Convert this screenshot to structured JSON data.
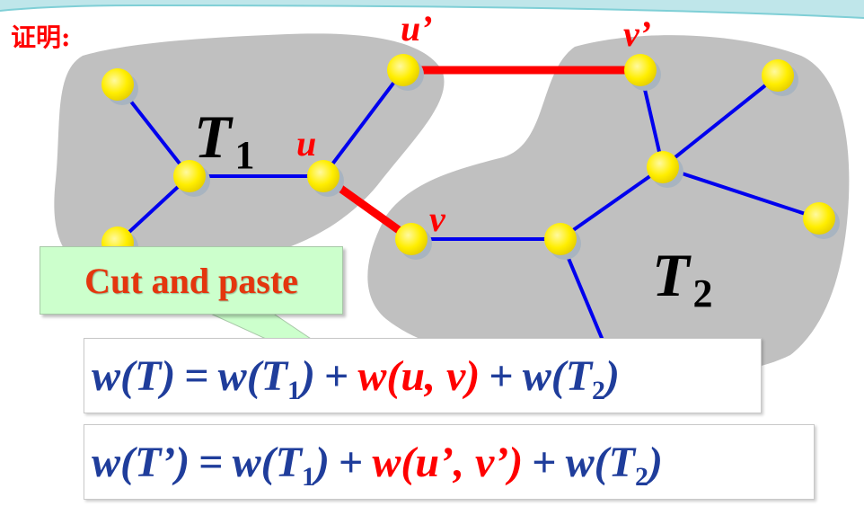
{
  "proof_label": "证明:",
  "trees": {
    "t1": {
      "letter": "T",
      "sub": "1"
    },
    "t2": {
      "letter": "T",
      "sub": "2"
    }
  },
  "vertices": {
    "u": "u",
    "v": "v",
    "u_prime": "u’",
    "v_prime": "v’"
  },
  "callout": {
    "text": "Cut and paste"
  },
  "equation1": {
    "lhs": "w(T)",
    "eq": "=",
    "t1a": "w(T",
    "t1sub": "1",
    "t1b": ")",
    "plus1": "+",
    "uv": "w(u, v)",
    "plus2": "+",
    "t2a": "w(T",
    "t2sub": "2",
    "t2b": ")"
  },
  "equation2": {
    "lhs": "w(T’)",
    "eq": "=",
    "t1a": "w(T",
    "t1sub": "1",
    "t1b": ")",
    "plus1": "+",
    "uv": "w(u’, v’)",
    "plus2": "+",
    "t2a": "w(T",
    "t2sub": "2",
    "t2b": ")"
  },
  "colors": {
    "region": "#c0c0c0",
    "edge": "#0000ee",
    "cut_edge": "#ff0000",
    "node": "#ffee00",
    "label_red": "#ff0000",
    "equation_blue": "#1f3d9b",
    "callout_bg": "#ccffcc"
  }
}
